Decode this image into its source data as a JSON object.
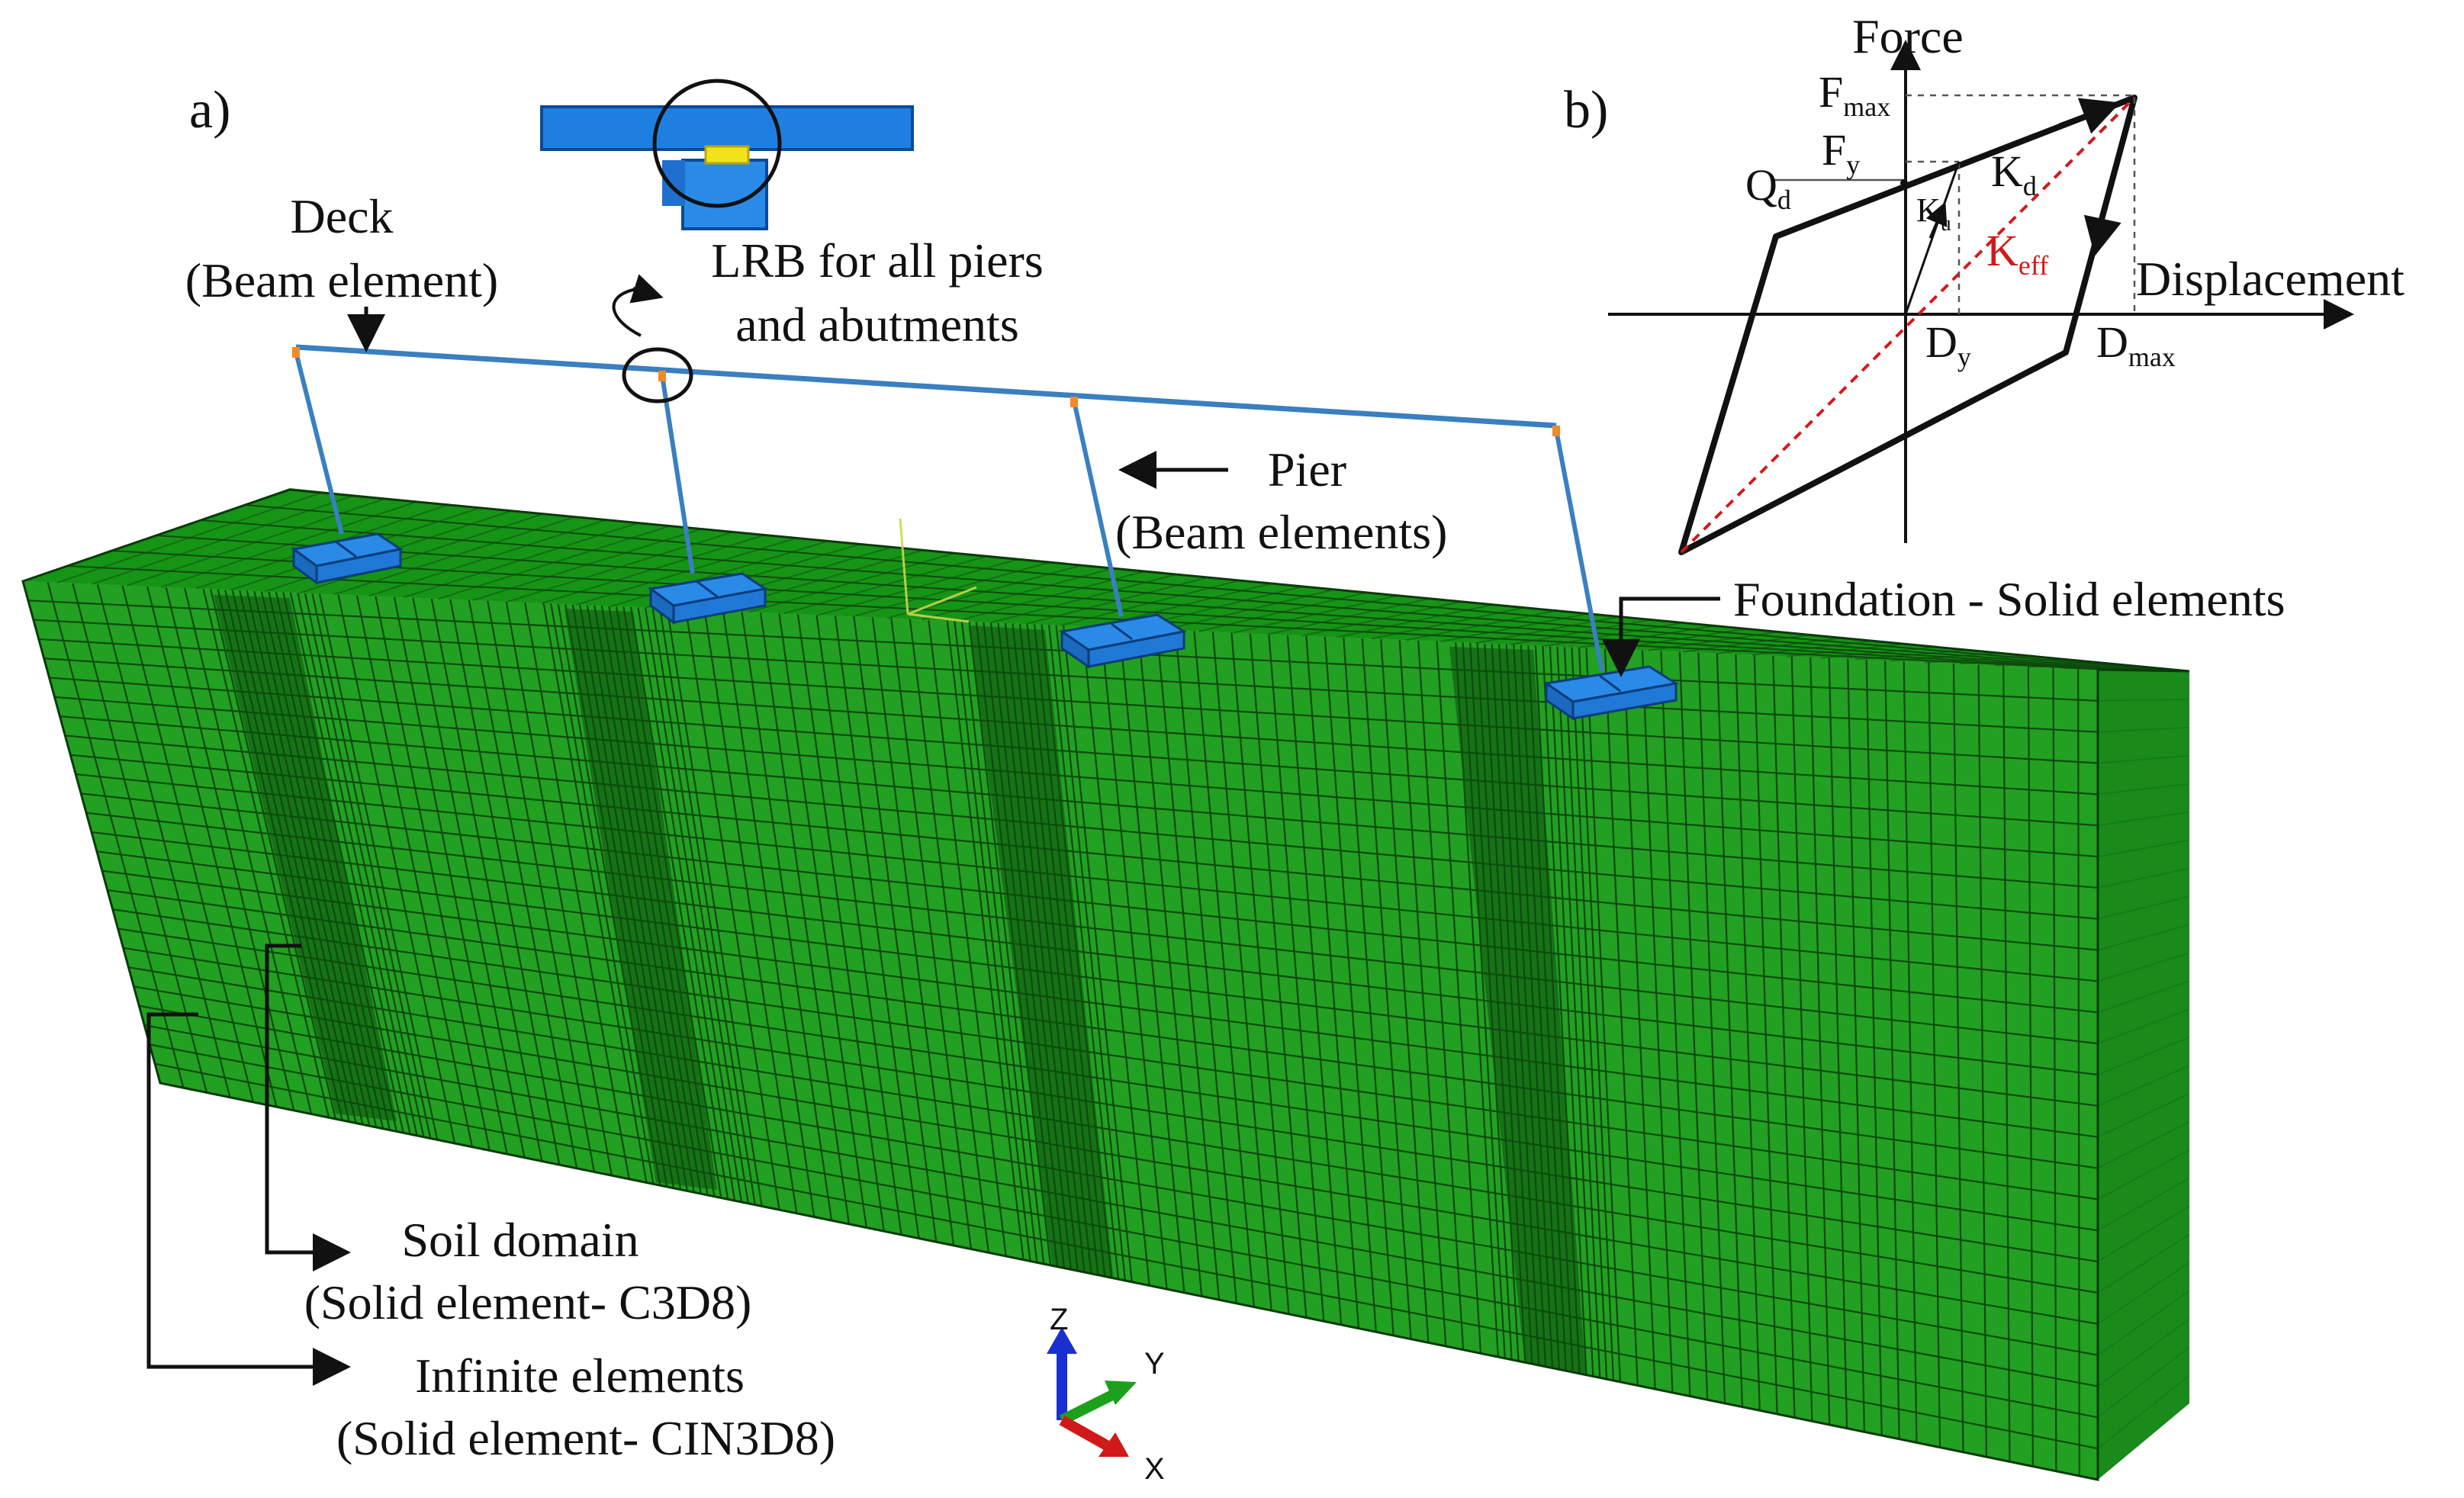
{
  "panel_a": {
    "panel_label": "a)",
    "deck_label": "Deck",
    "deck_sub": "(Beam element)",
    "lrb_line1": "LRB for all piers",
    "lrb_line2": "and abutments",
    "pier_label": "Pier",
    "pier_sub": "(Beam elements)",
    "foundation_label": "Foundation - Solid elements",
    "soil_label": "Soil domain",
    "soil_sub": "(Solid element- C3D8)",
    "infinite_label": "Infinite elements",
    "infinite_sub": "(Solid element- CIN3D8)",
    "axis_z": "Z",
    "axis_y": "Y",
    "axis_x": "X",
    "colors": {
      "soil": "#1e9a1e",
      "soil_dark": "#127012",
      "foundation": "#1f7fe0",
      "bearing": "#f2e21a",
      "line": "#3a7fc0"
    }
  },
  "panel_b": {
    "panel_label": "b)",
    "force_label": "Force",
    "displacement_label": "Displacement",
    "fmax": "F",
    "fmax_sub": "max",
    "fy": "F",
    "fy_sub": "y",
    "qd": "Q",
    "qd_sub": "d",
    "kd": "K",
    "kd_sub": "d",
    "ku": "K",
    "ku_sub": "u",
    "keff": "K",
    "keff_sub": "eff",
    "dy": "D",
    "dy_sub": "y",
    "dmax": "D",
    "dmax_sub": "max",
    "colors": {
      "keff": "#d11a1a"
    }
  }
}
